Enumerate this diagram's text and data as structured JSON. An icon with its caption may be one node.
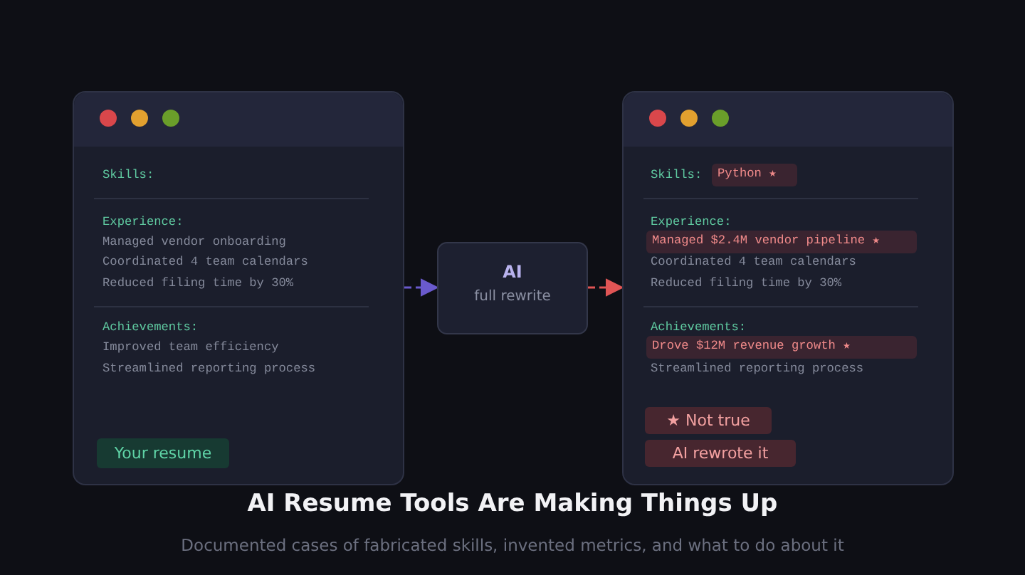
{
  "diagram": {
    "title": "AI Resume Tools Are Making Things Up",
    "caption": "Documented cases of fabricated skills, invented metrics, and what to do about it",
    "nodes": [
      {
        "text": [
          "Skills:",
          "Experience:",
          "Managed vendor onboarding",
          "Coordinated 4 team calendars",
          "Reduced filing time by 30%",
          "Achievements:",
          "Improved team efficiency",
          "Streamlined reporting process"
        ]
      },
      {
        "text": [
          "Your resume"
        ],
        "in": 0
      },
      {
        "text": [
          "AI",
          "full rewrite"
        ]
      },
      {
        "text": [
          "Skills:",
          "Experience:",
          "Coordinated 4 team calendars",
          "Reduced filing time by 30%",
          "Achievements:",
          "Streamlined reporting process"
        ]
      },
      {
        "text": [
          "Python ★"
        ],
        "in": 3
      },
      {
        "text": [
          "Managed $2.4M vendor pipeline ★"
        ],
        "in": 3
      },
      {
        "text": [
          "Drove $12M revenue growth ★"
        ],
        "in": 3
      },
      {
        "text": [
          "★ Not true"
        ],
        "in": 3
      },
      {
        "text": [
          "AI rewrote it"
        ],
        "in": 3
      }
    ],
    "edges": [
      {
        "from": 0,
        "to": 2,
        "arrow": "to",
        "style": "dashed",
        "color": "#6a5acd"
      },
      {
        "from": 2,
        "to": 3,
        "arrow": "to",
        "style": "dashed",
        "color": "#e05555"
      }
    ]
  }
}
